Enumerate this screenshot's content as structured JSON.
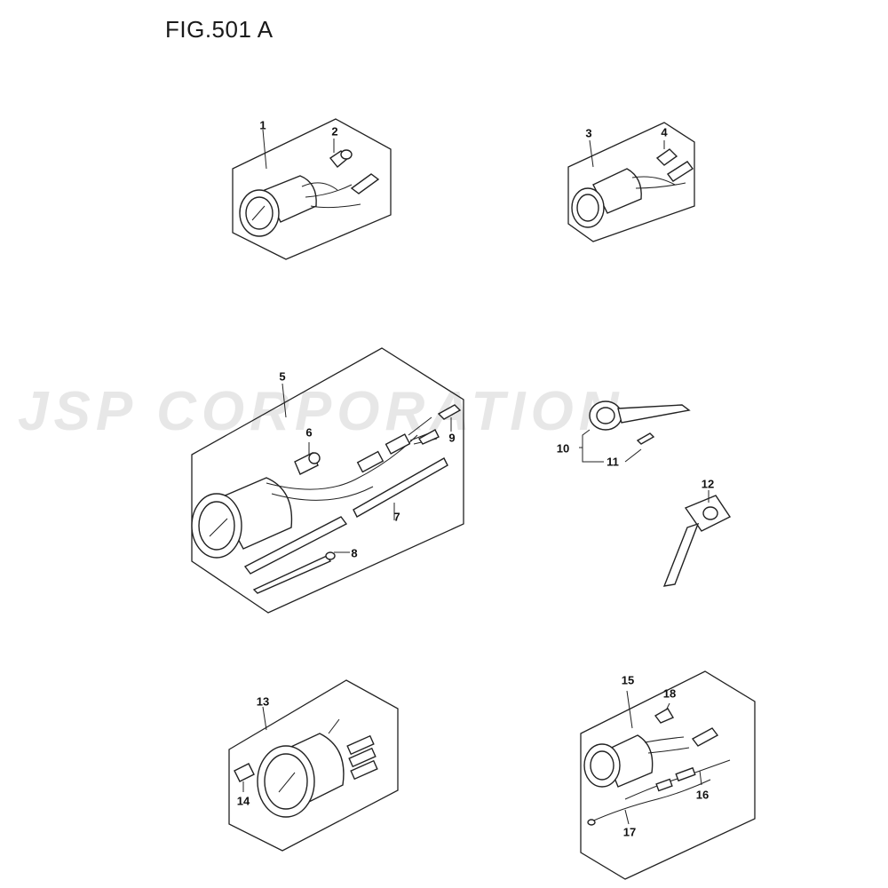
{
  "title": "FIG.501 A",
  "watermark": "JSP CORPORATION",
  "callouts": {
    "c1": "1",
    "c2": "2",
    "c3": "3",
    "c4": "4",
    "c5": "5",
    "c6": "6",
    "c7": "7",
    "c8": "8",
    "c9": "9",
    "c10": "10",
    "c11": "11",
    "c12": "12",
    "c13": "13",
    "c14": "14",
    "c15": "15",
    "c16": "16",
    "c17": "17",
    "c18": "18"
  }
}
